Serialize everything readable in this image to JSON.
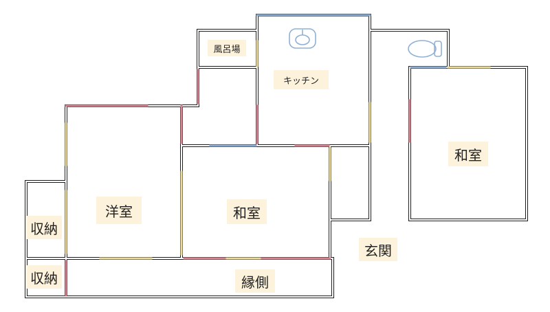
{
  "rooms": {
    "bath": "風呂場",
    "kitchen": "キッチン",
    "washitsu_right": "和室",
    "yoshitsu": "洋室",
    "washitsu_center": "和室",
    "genkan": "玄関",
    "storage_upper": "収納",
    "storage_lower": "収納",
    "engawa": "縁側"
  },
  "fixtures": {
    "sink": "sink-icon",
    "toilet": "toilet-icon"
  },
  "colors": {
    "wall": "#1a1a1a",
    "door": "#d98594",
    "window_yellow": "#eedd99",
    "window_blue": "#8fb0d6",
    "label_bg": "#fdf3dc"
  }
}
